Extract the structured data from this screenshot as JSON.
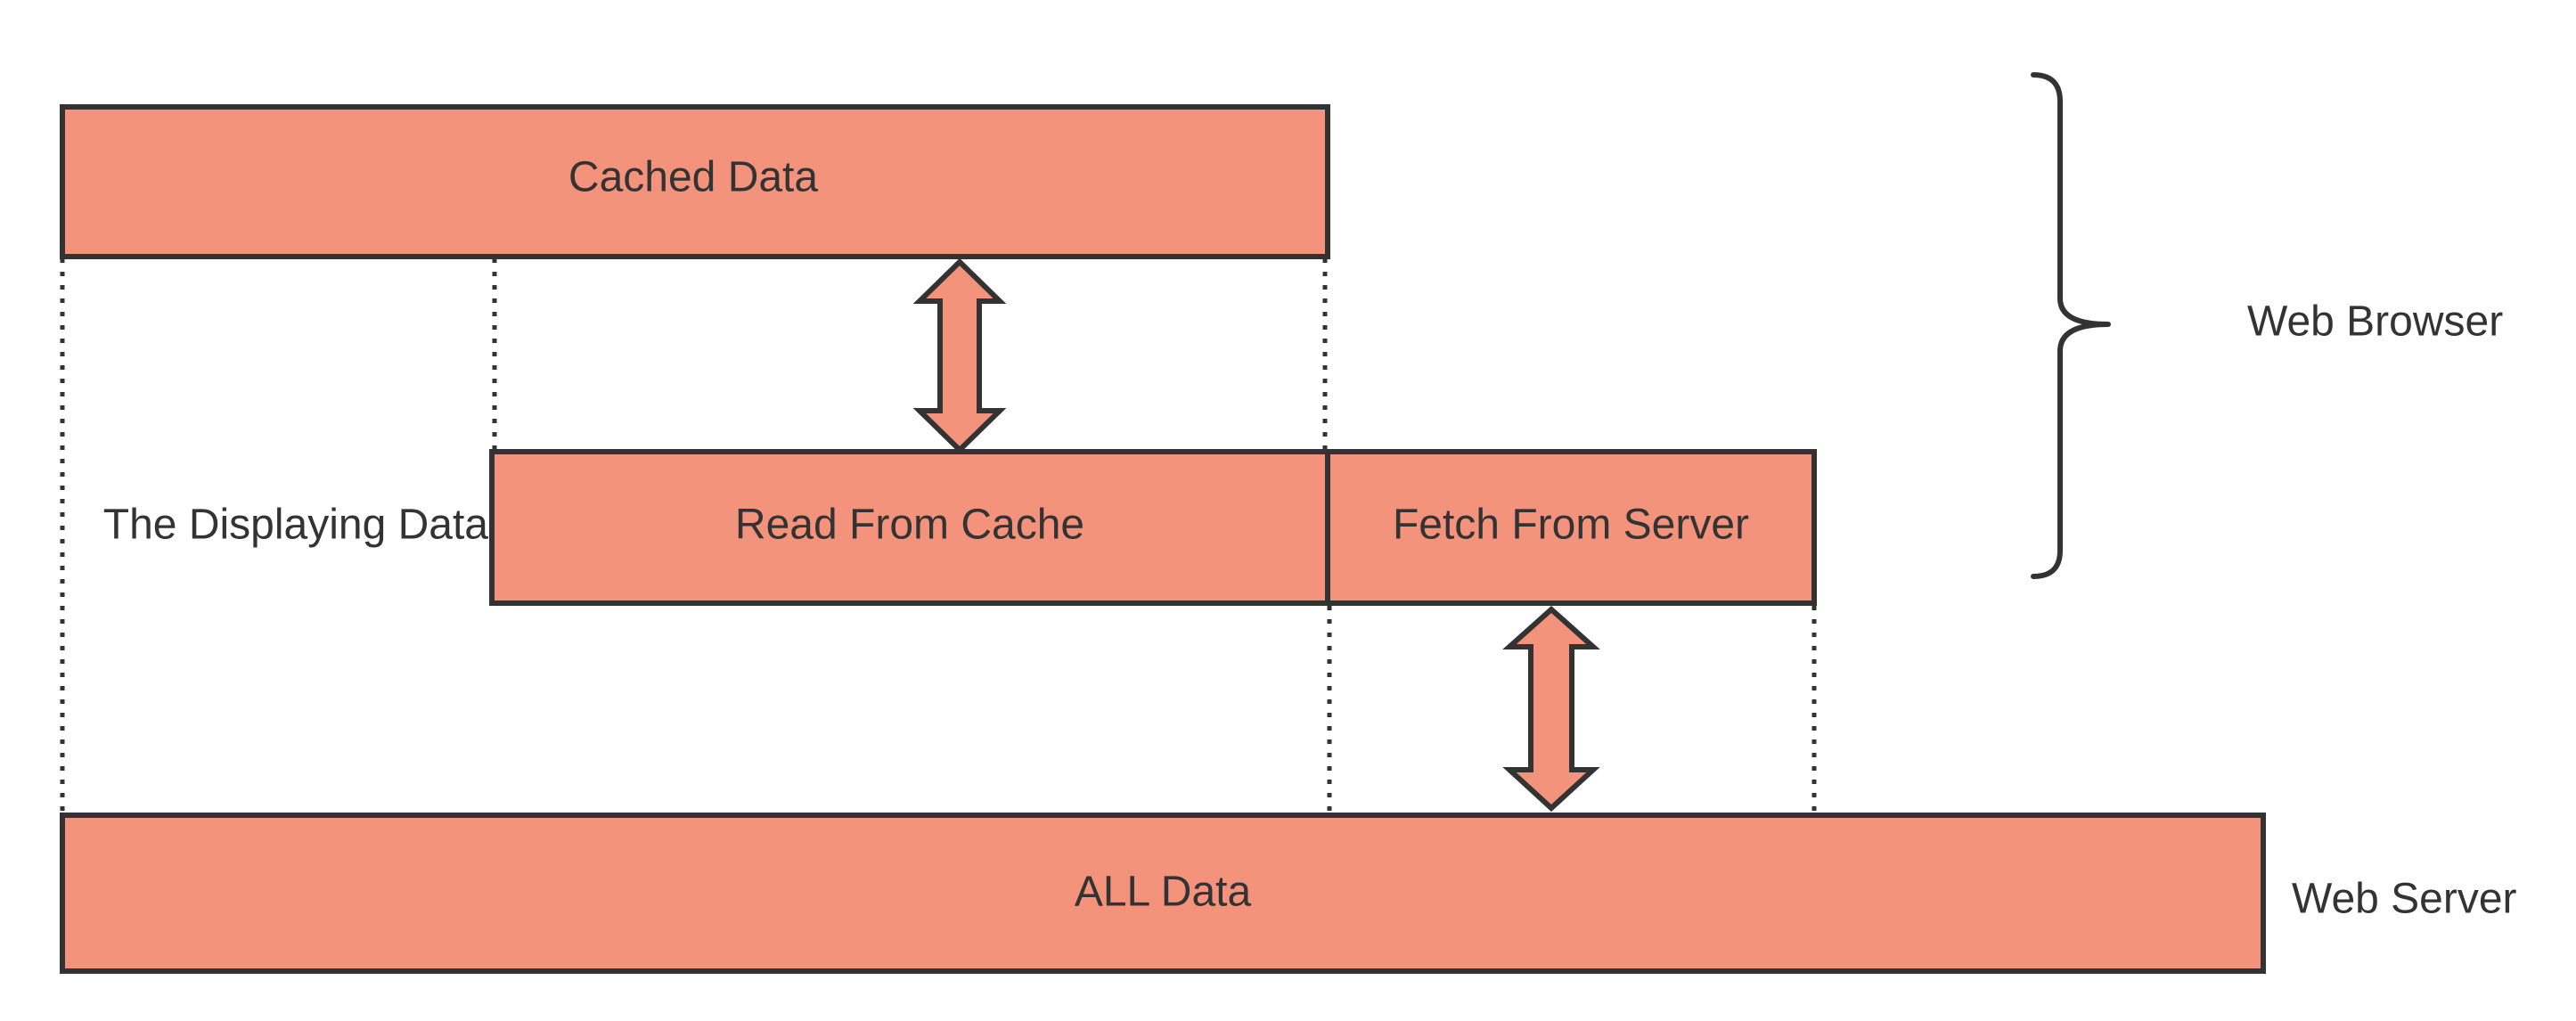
{
  "colors": {
    "box_fill": "#f4937c",
    "stroke": "#333333",
    "text": "#333333",
    "background": "#ffffff"
  },
  "boxes": {
    "cached": "Cached Data",
    "read_cache": "Read From Cache",
    "fetch_server": "Fetch From Server",
    "all": "ALL Data"
  },
  "labels": {
    "displaying": "The Displaying Data",
    "web_browser": "Web Browser",
    "web_server": "Web Server"
  },
  "icons": [
    "double-arrow-icon",
    "double-arrow-icon",
    "curly-brace-icon"
  ]
}
